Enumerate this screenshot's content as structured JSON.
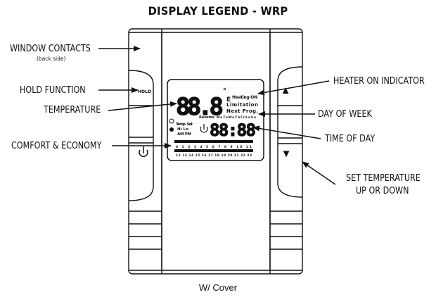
{
  "title": "DISPLAY LEGEND - WRP",
  "caption": "W/ Cover",
  "labels": {
    "window_contacts": "WINDOW CONTACTS",
    "window_contacts_note": "(back side)",
    "hold_function": "HOLD FUNCTION",
    "temperature": "TEMPERATURE",
    "comfort_economy": "COMFORT & ECONOMY",
    "heater_on": "HEATER ON INDICATOR",
    "day_of_week": "DAY OF WEEK",
    "time_of_day": "TIME OF DAY",
    "set_temp_line1": "SET TEMPERATURE",
    "set_temp_line2": "UP OR DOWN"
  },
  "device": {
    "hold_label": "HOLD",
    "up_arrow": "▲",
    "down_arrow": "▼",
    "power_icon": "power-icon"
  },
  "lcd": {
    "temp_digits": "88.8",
    "degree_mark": "°",
    "e_mark": "E",
    "hold_text": "Heating ON",
    "limitation": "Limitation",
    "next_prog": "Next Prog.",
    "temp_set": "Temp. Set",
    "hi_lo": "Hi Lo",
    "am_pm": "AM PM",
    "resume": "Resume",
    "days": "MoTuWeThFrSaSu",
    "time_digits": "88:88",
    "hours_top": "0 1 2 3 4 5 6 7 8 9 10 11",
    "hours_bottom": "12 13 14 15 16 17 18 19 20 21 22 23"
  }
}
